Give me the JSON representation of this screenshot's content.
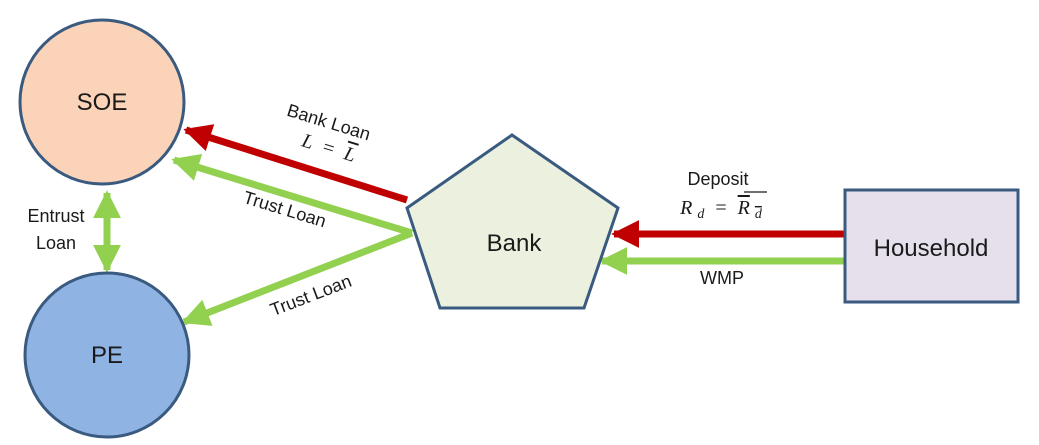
{
  "nodes": {
    "soe": {
      "label": "SOE",
      "fill": "#fbd3b8"
    },
    "pe": {
      "label": "PE",
      "fill": "#8fb4e3"
    },
    "bank": {
      "label": "Bank",
      "fill": "#ebf1de"
    },
    "household": {
      "label": "Household",
      "fill": "#e5e0ec"
    }
  },
  "edges": {
    "bank_loan": {
      "label": "Bank Loan",
      "formula": {
        "lhs": "L",
        "op": "=",
        "rhs": "L"
      }
    },
    "trust_loan_soe": {
      "label": "Trust Loan"
    },
    "trust_loan_pe": {
      "label": "Trust Loan"
    },
    "entrust_loan": {
      "label_line1": "Entrust",
      "label_line2": "Loan"
    },
    "deposit": {
      "label": "Deposit",
      "formula": {
        "lhs": "R",
        "lhs_sub": "d",
        "op": "=",
        "rhs": "R",
        "rhs_sub": "d"
      }
    },
    "wmp": {
      "label": "WMP"
    }
  },
  "colors": {
    "node_stroke": "#3a5a80",
    "red_arrow": "#c00000",
    "green_arrow": "#92d050"
  }
}
